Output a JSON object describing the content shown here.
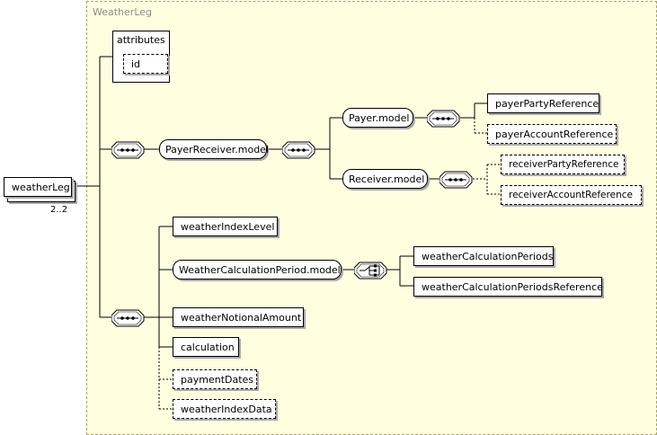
{
  "diagram": {
    "type_name": "WeatherLeg",
    "root": {
      "label": "weatherLeg",
      "occurrence": "2..2"
    },
    "attributes": {
      "title": "attributes",
      "items": [
        "id"
      ]
    },
    "groups": {
      "payer_receiver": "PayerReceiver.model",
      "payer": "Payer.model",
      "receiver": "Receiver.model",
      "weather_calc_period": "WeatherCalculationPeriod.model"
    },
    "elements": {
      "payer_party_reference": "payerPartyReference",
      "payer_account_reference": "payerAccountReference",
      "receiver_party_reference": "receiverPartyReference",
      "receiver_account_reference": "receiverAccountReference",
      "weather_index_level": "weatherIndexLevel",
      "weather_calculation_periods": "weatherCalculationPeriods",
      "weather_calculation_periods_reference": "weatherCalculationPeriodsReference",
      "weather_notional_amount": "weatherNotionalAmount",
      "calculation": "calculation",
      "payment_dates": "paymentDates",
      "weather_index_data": "weatherIndexData"
    },
    "colors": {
      "type_bg": "#ffffe0",
      "type_border": "#a8a862",
      "shadow": "#a9a9a9"
    }
  }
}
